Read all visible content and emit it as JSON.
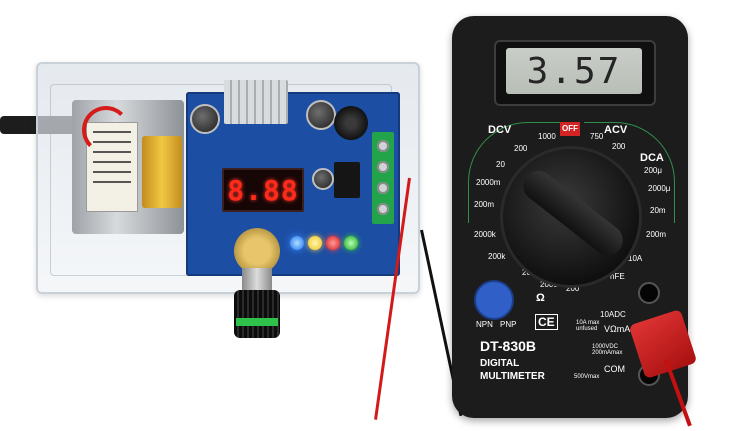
{
  "power_supply": {
    "display_reading": "8.88"
  },
  "multimeter": {
    "lcd_reading": "3.57",
    "model": "DT-830B",
    "subtitle_line1": "DIGITAL",
    "subtitle_line2": "MULTIMETER",
    "off_label": "OFF",
    "dial_labels": {
      "dcv": "DCV",
      "acv": "ACV",
      "dca": "DCA",
      "v1000": "1000",
      "v200_top": "200",
      "v20": "20",
      "v2000m": "2000m",
      "v200m": "200m",
      "v750": "750",
      "v200_acv": "200",
      "a200u": "200μ",
      "a2000u": "2000μ",
      "a20m": "20m",
      "a200m": "200m",
      "a10a": "10A",
      "r2000k": "2000k",
      "r200k": "200k",
      "r20k": "20k",
      "r2000": "2000",
      "r200": "200",
      "ohm": "Ω",
      "hfe": "hFE",
      "npn": "NPN",
      "pnp": "PNP"
    },
    "jack_labels": {
      "adc10": "10ADC",
      "adc_note": "10A max\nunfused",
      "vomega": "VΩmA",
      "vdc_note": "1000VDC\n200mAmax",
      "com": "COM",
      "max500": "500Vmax"
    },
    "ce_mark": "CE"
  }
}
